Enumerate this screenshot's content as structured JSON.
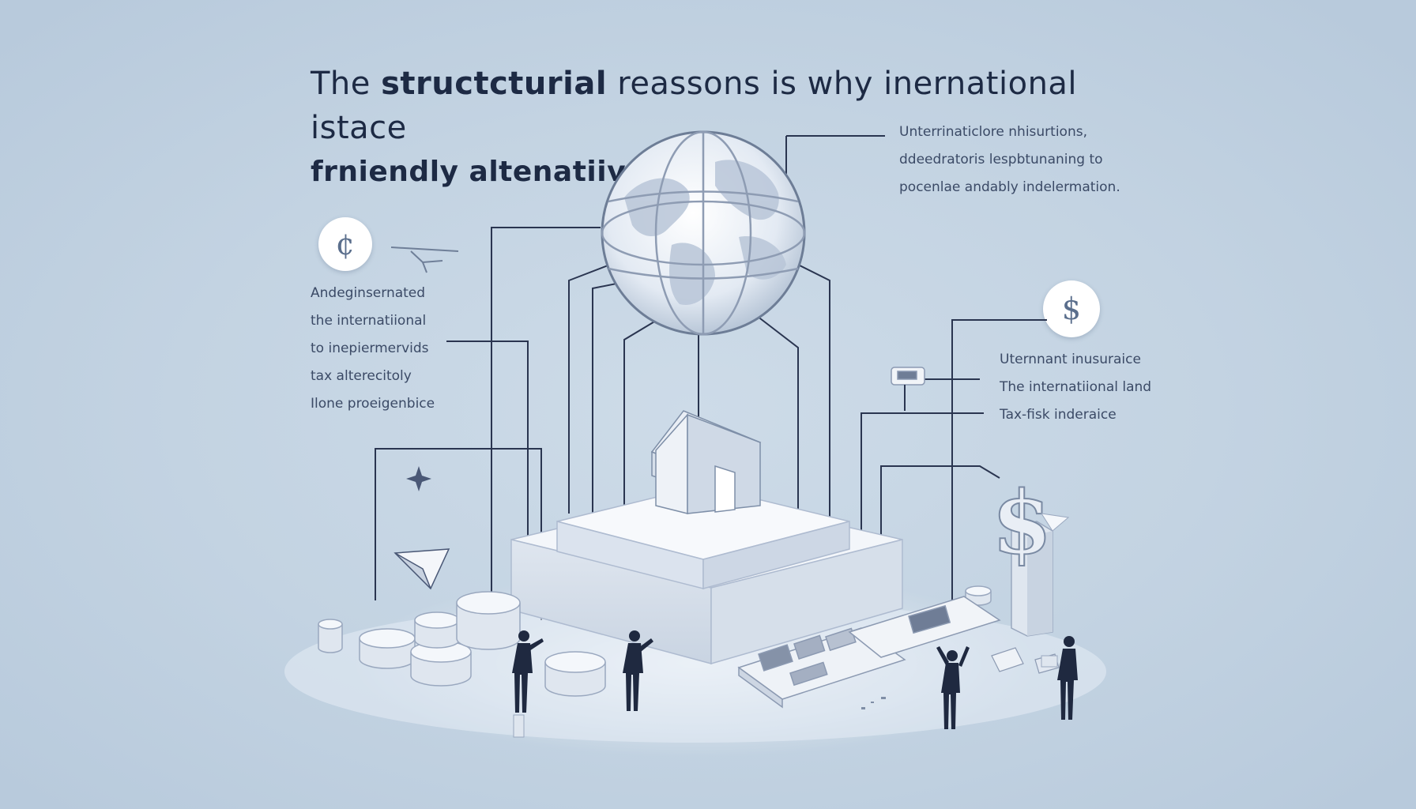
{
  "title": {
    "line1_regular": "The ",
    "line1_bold": "structcturial",
    "line1_rest": "  reassons is why inernational  istace",
    "line2": "frniendly altenatiive"
  },
  "notes": {
    "right_top": [
      "Unterrinaticlore nhisurtions,",
      "ddeedratoris lespbtunaning to",
      "pocenlae andably indelermation."
    ],
    "left": [
      "Andeginsernated",
      "the internatiional",
      "to inepiermervids",
      "tax alterecitoly",
      "Ilone proeigenbice"
    ],
    "right_mid": [
      "Uternnant inusuraice",
      "The internatiional land",
      "Tax-fisk inderaice"
    ]
  },
  "icons": {
    "cent_badge": "¢",
    "dollar_badge": "$",
    "dollar_sculpture": "$"
  },
  "colors": {
    "background": "#c3d3e2",
    "ink": "#1d2a44",
    "line": "#2a3550",
    "block": "#eef2f7"
  }
}
